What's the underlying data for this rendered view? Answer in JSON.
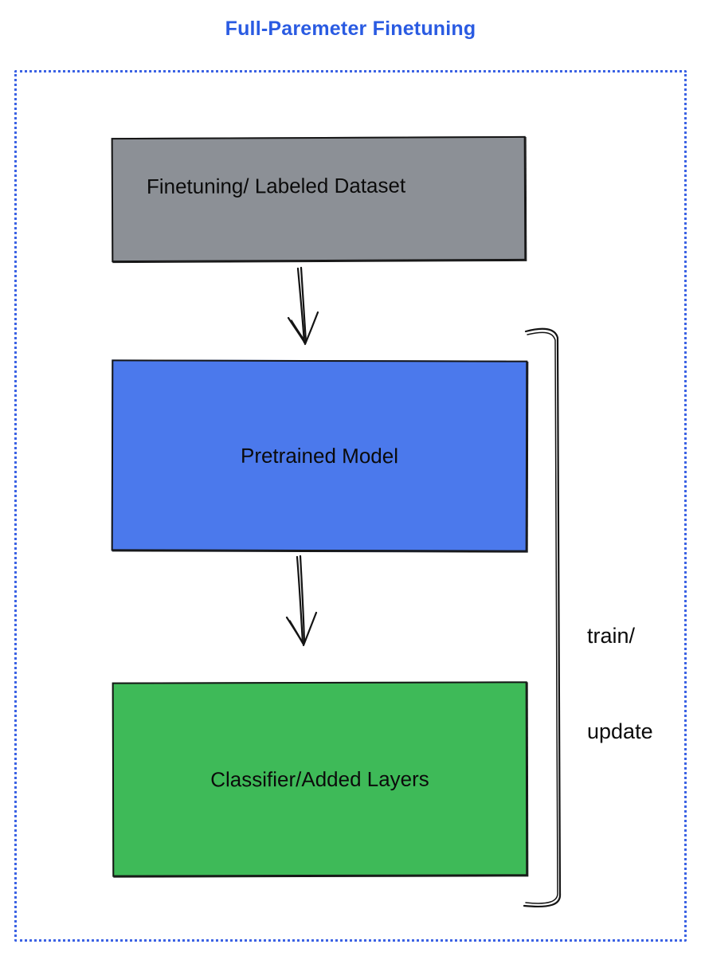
{
  "title": "Full-Paremeter Finetuning",
  "diagram": {
    "boxes": [
      {
        "id": "finetuning-dataset",
        "label": "Finetuning/ Labeled Dataset",
        "fill": "#8C9096"
      },
      {
        "id": "pretrained-model",
        "label": "Pretrained Model",
        "fill": "#4B79EC"
      },
      {
        "id": "classifier-layers",
        "label": "Classifier/Added Layers",
        "fill": "#3EBA58"
      }
    ],
    "bracket_label": {
      "line1": "train/",
      "line2": "update"
    },
    "colors": {
      "title_text": "#2A5BE2",
      "dotted_border": "#3B62E4",
      "sketch_stroke": "#141414"
    }
  }
}
